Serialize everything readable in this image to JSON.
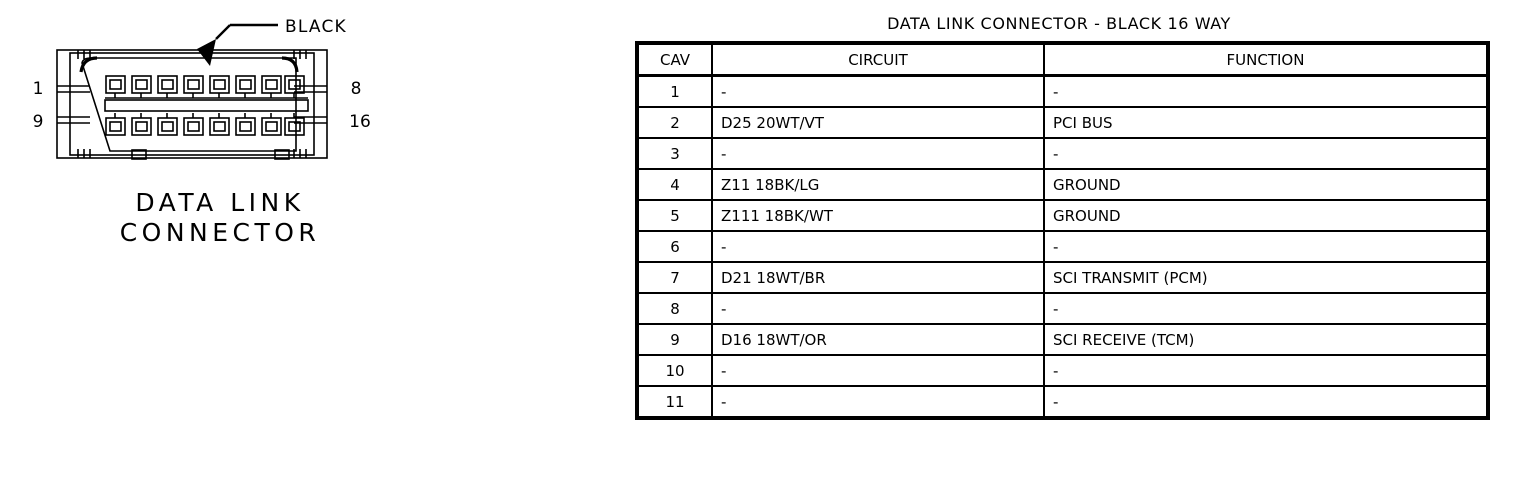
{
  "connector": {
    "callout_label": "BLACK",
    "caption_line1": "DATA LINK",
    "caption_line2": "CONNECTOR",
    "pin_labels": {
      "top_left": "1",
      "top_right": "8",
      "bottom_left": "9",
      "bottom_right": "16"
    },
    "top_row_pin_count": 8,
    "bottom_row_pin_count": 8,
    "line_color": "#000000",
    "fill_color": "#ffffff"
  },
  "table": {
    "title": "DATA LINK CONNECTOR - BLACK 16 WAY",
    "columns": [
      "CAV",
      "CIRCUIT",
      "FUNCTION"
    ],
    "rows": [
      {
        "cav": "1",
        "circuit": "-",
        "function": "-"
      },
      {
        "cav": "2",
        "circuit": "D25 20WT/VT",
        "function": "PCI BUS"
      },
      {
        "cav": "3",
        "circuit": "-",
        "function": "-"
      },
      {
        "cav": "4",
        "circuit": "Z11 18BK/LG",
        "function": "GROUND"
      },
      {
        "cav": "5",
        "circuit": "Z111 18BK/WT",
        "function": "GROUND"
      },
      {
        "cav": "6",
        "circuit": "-",
        "function": "-"
      },
      {
        "cav": "7",
        "circuit": "D21 18WT/BR",
        "function": "SCI TRANSMIT (PCM)"
      },
      {
        "cav": "8",
        "circuit": "-",
        "function": "-"
      },
      {
        "cav": "9",
        "circuit": "D16 18WT/OR",
        "function": "SCI RECEIVE (TCM)"
      },
      {
        "cav": "10",
        "circuit": "-",
        "function": "-"
      },
      {
        "cav": "11",
        "circuit": "-",
        "function": "-"
      }
    ]
  }
}
